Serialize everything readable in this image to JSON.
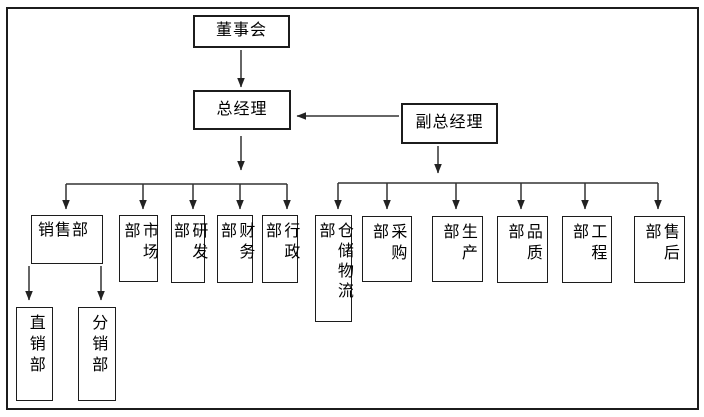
{
  "diagram": {
    "type": "org-chart",
    "nodes": {
      "board": {
        "label": "董事会"
      },
      "general_manager": {
        "label": "总经理"
      },
      "deputy_general_manager": {
        "label": "副总经理"
      },
      "sales": {
        "label": "销售部"
      },
      "marketing": {
        "label": "市场部"
      },
      "rnd": {
        "label": "研发部"
      },
      "finance": {
        "label": "财务部"
      },
      "admin": {
        "label": "行政部"
      },
      "warehouse_logistics": {
        "label": "仓储物流部"
      },
      "purchasing": {
        "label": "采购部"
      },
      "production": {
        "label": "生产部"
      },
      "quality": {
        "label": "品质部"
      },
      "engineering": {
        "label": "工程部"
      },
      "after_sales": {
        "label": "售后部"
      },
      "direct_sales": {
        "label": "直销部"
      },
      "distribution": {
        "label": "分销部"
      }
    },
    "edges": [
      {
        "from": "board",
        "to": "general_manager",
        "style": "arrow-down"
      },
      {
        "from": "deputy_general_manager",
        "to": "general_manager",
        "style": "arrow-left"
      },
      {
        "from": "general_manager",
        "to": [
          "sales",
          "marketing",
          "rnd",
          "finance",
          "admin"
        ],
        "style": "branch-down"
      },
      {
        "from": "deputy_general_manager",
        "to": [
          "warehouse_logistics",
          "purchasing",
          "production",
          "quality",
          "engineering",
          "after_sales"
        ],
        "style": "branch-down"
      },
      {
        "from": "sales",
        "to": [
          "direct_sales",
          "distribution"
        ],
        "style": "arrow-down"
      }
    ],
    "colors": {
      "background": "#ffffff",
      "line": "#333333",
      "box_border": "#1c1c1c",
      "text": "#000000"
    }
  }
}
